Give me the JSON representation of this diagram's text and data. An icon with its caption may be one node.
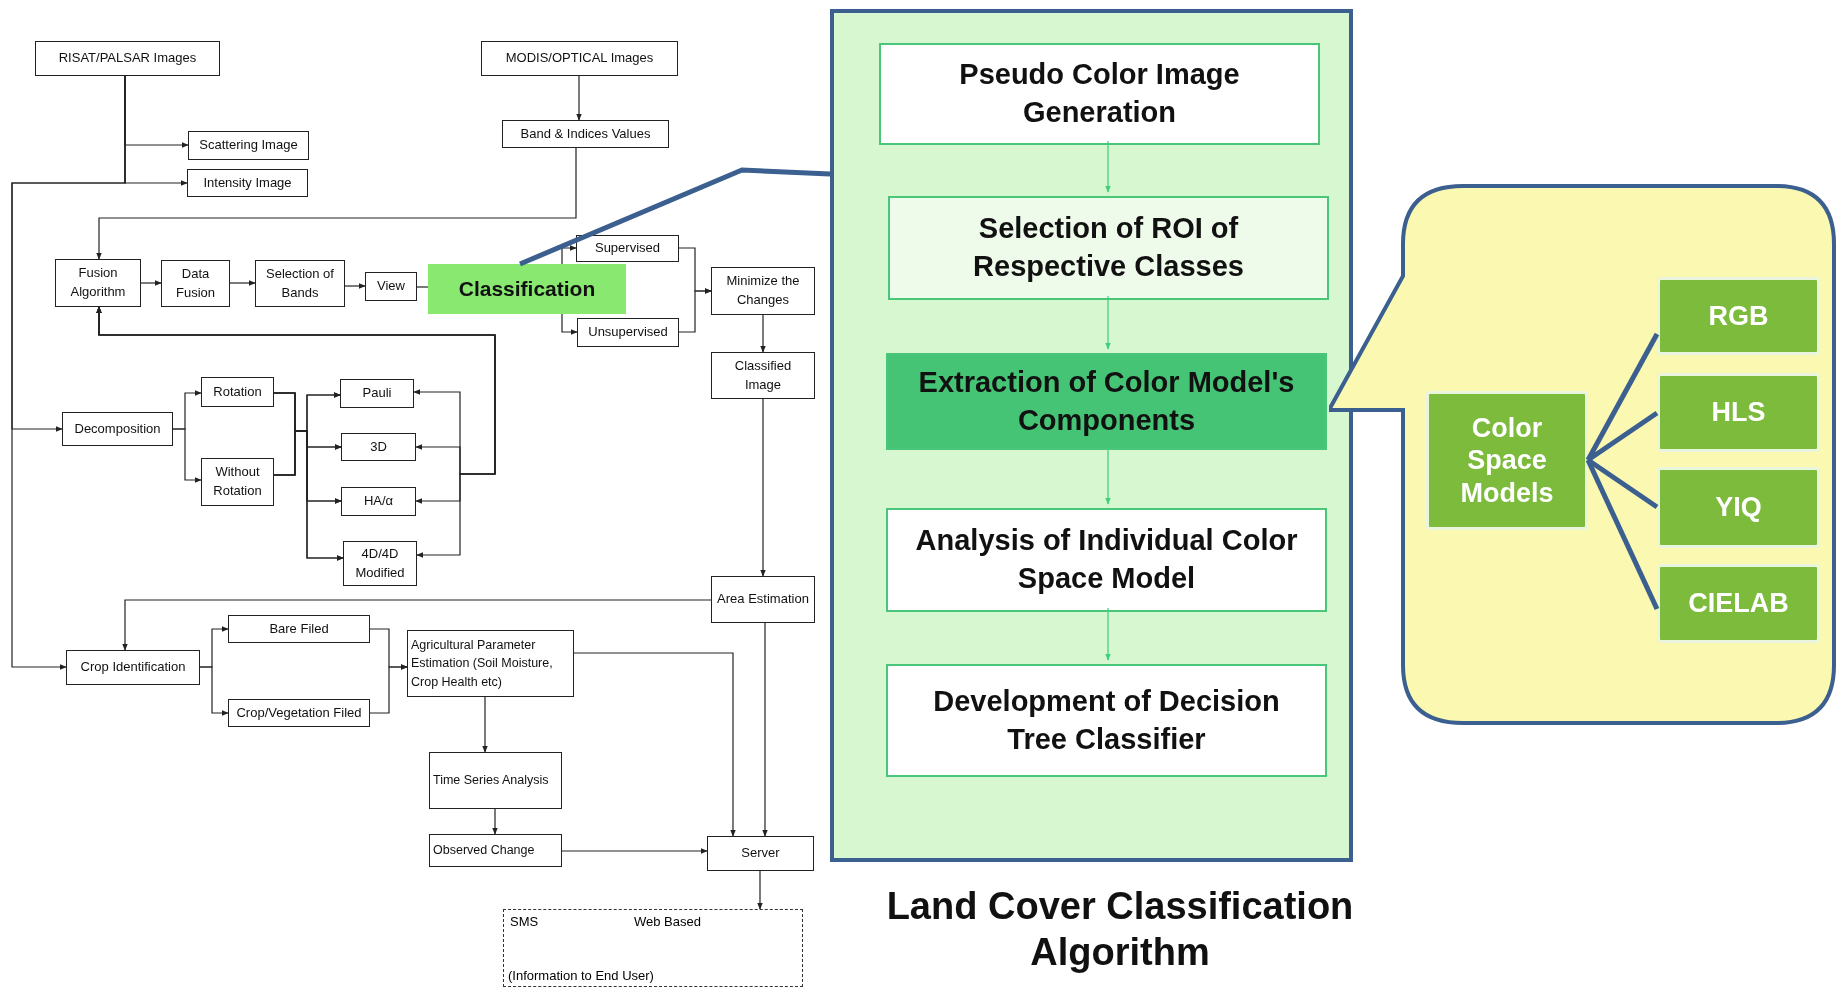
{
  "diagram": {
    "title": "Land Cover Classification Algorithm",
    "nodes": [
      {
        "text": [
          "RISAT/PALSAR Images"
        ]
      },
      {
        "text": [
          "Scattering Image"
        ]
      },
      {
        "text": [
          "Intensity Image"
        ]
      },
      {
        "text": [
          "MODIS/OPTICAL Images"
        ]
      },
      {
        "text": [
          "Band & Indices Values"
        ]
      },
      {
        "text": [
          "Fusion Algorithm"
        ]
      },
      {
        "text": [
          "Data Fusion"
        ]
      },
      {
        "text": [
          "Selection of Bands"
        ]
      },
      {
        "text": [
          "View"
        ]
      },
      {
        "text": [
          "Classification"
        ]
      },
      {
        "text": [
          "Supervised"
        ]
      },
      {
        "text": [
          "Unsupervised"
        ]
      },
      {
        "text": [
          "Minimize the Changes"
        ]
      },
      {
        "text": [
          "Classified Image"
        ]
      },
      {
        "text": [
          "Decomposition"
        ]
      },
      {
        "text": [
          "Rotation"
        ]
      },
      {
        "text": [
          "Without Rotation"
        ]
      },
      {
        "text": [
          "Pauli"
        ]
      },
      {
        "text": [
          "3D"
        ]
      },
      {
        "text": [
          "HA/α"
        ]
      },
      {
        "text": [
          "4D/4D Modified"
        ]
      },
      {
        "text": [
          "Area Estimation"
        ]
      },
      {
        "text": [
          "Crop Identification"
        ]
      },
      {
        "text": [
          "Bare Filed"
        ]
      },
      {
        "text": [
          "Crop/Vegetation Filed"
        ]
      },
      {
        "text": [
          "Agricultural Parameter Estimation (Soil Moisture, Crop Health etc)"
        ]
      },
      {
        "text": [
          "Time Series Analysis"
        ]
      },
      {
        "text": [
          "Observed Change"
        ]
      },
      {
        "text": [
          "Server"
        ]
      },
      {
        "text": [
          "SMS",
          "Web Based",
          "(Information to End User)"
        ]
      },
      {
        "text": [],
        "shape": "box"
      },
      {
        "text": [
          "Pseudo Color Image Generation"
        ],
        "in": 30
      },
      {
        "text": [
          "Selection of ROI of Respective Classes"
        ],
        "in": 30
      },
      {
        "text": [
          "Extraction of Color Model's Components"
        ],
        "in": 30
      },
      {
        "text": [
          "Analysis of Individual Color Space Model"
        ],
        "in": 30
      },
      {
        "text": [
          "Development of Decision Tree Classifier"
        ],
        "in": 30
      },
      {
        "text": [],
        "shape": "callout"
      },
      {
        "text": [
          "Color Space Models"
        ],
        "in": 36
      },
      {
        "text": [
          "RGB"
        ],
        "in": 36
      },
      {
        "text": [
          "HLS"
        ],
        "in": 36
      },
      {
        "text": [
          "YIQ"
        ],
        "in": 36
      },
      {
        "text": [
          "CIELAB"
        ],
        "in": 36
      }
    ],
    "edges": [
      {
        "from": 0,
        "to": 1,
        "arrow": "to"
      },
      {
        "from": 0,
        "to": 2,
        "arrow": "to"
      },
      {
        "from": 0,
        "to": 14,
        "arrow": "to"
      },
      {
        "from": 0,
        "to": 22,
        "arrow": "to"
      },
      {
        "from": 3,
        "to": 4,
        "arrow": "to"
      },
      {
        "from": 4,
        "to": 5,
        "arrow": "to"
      },
      {
        "from": 5,
        "to": 6,
        "arrow": "to"
      },
      {
        "from": 6,
        "to": 7,
        "arrow": "to"
      },
      {
        "from": 7,
        "to": 8,
        "arrow": "to"
      },
      {
        "from": 8,
        "to": 9,
        "arrow": "none"
      },
      {
        "from": 9,
        "to": 10,
        "arrow": "to"
      },
      {
        "from": 9,
        "to": 11,
        "arrow": "to"
      },
      {
        "from": 10,
        "to": 12,
        "arrow": "to"
      },
      {
        "from": 11,
        "to": 12,
        "arrow": "to"
      },
      {
        "from": 12,
        "to": 13,
        "arrow": "to"
      },
      {
        "from": 13,
        "to": 21,
        "arrow": "to"
      },
      {
        "from": 21,
        "to": 22,
        "arrow": "to"
      },
      {
        "from": 21,
        "to": 28,
        "arrow": "to"
      },
      {
        "from": 5,
        "to": 17,
        "arrow": "both"
      },
      {
        "from": 5,
        "to": 18,
        "arrow": "both"
      },
      {
        "from": 5,
        "to": 19,
        "arrow": "both"
      },
      {
        "from": 5,
        "to": 20,
        "arrow": "both"
      },
      {
        "from": 14,
        "to": 15,
        "arrow": "to"
      },
      {
        "from": 14,
        "to": 16,
        "arrow": "to"
      },
      {
        "from": 15,
        "to": 17,
        "arrow": "to"
      },
      {
        "from": 15,
        "to": 18,
        "arrow": "to"
      },
      {
        "from": 15,
        "to": 19,
        "arrow": "to"
      },
      {
        "from": 15,
        "to": 20,
        "arrow": "to"
      },
      {
        "from": 16,
        "to": 17,
        "arrow": "to"
      },
      {
        "from": 16,
        "to": 18,
        "arrow": "to"
      },
      {
        "from": 16,
        "to": 19,
        "arrow": "to"
      },
      {
        "from": 16,
        "to": 20,
        "arrow": "to"
      },
      {
        "from": 22,
        "to": 23,
        "arrow": "to"
      },
      {
        "from": 22,
        "to": 24,
        "arrow": "to"
      },
      {
        "from": 23,
        "to": 25,
        "arrow": "to"
      },
      {
        "from": 24,
        "to": 25,
        "arrow": "to"
      },
      {
        "from": 25,
        "to": 26,
        "arrow": "to"
      },
      {
        "from": 26,
        "to": 27,
        "arrow": "to"
      },
      {
        "from": 27,
        "to": 28,
        "arrow": "to"
      },
      {
        "from": 25,
        "to": 28,
        "arrow": "to"
      },
      {
        "from": 28,
        "to": 29,
        "arrow": "to"
      },
      {
        "from": 9,
        "to": 30,
        "arrow": "none",
        "style": "thick",
        "color": "#3b5f8f"
      },
      {
        "from": 31,
        "to": 32,
        "arrow": "to",
        "color": "#3ecf7a"
      },
      {
        "from": 32,
        "to": 33,
        "arrow": "to",
        "color": "#3ecf7a"
      },
      {
        "from": 33,
        "to": 34,
        "arrow": "to",
        "color": "#3ecf7a"
      },
      {
        "from": 34,
        "to": 35,
        "arrow": "to",
        "color": "#3ecf7a"
      },
      {
        "from": 37,
        "to": 38,
        "arrow": "none",
        "style": "thick",
        "color": "#3b5f8f"
      },
      {
        "from": 37,
        "to": 39,
        "arrow": "none",
        "style": "thick",
        "color": "#3b5f8f"
      },
      {
        "from": 37,
        "to": 40,
        "arrow": "none",
        "style": "thick",
        "color": "#3b5f8f"
      },
      {
        "from": 37,
        "to": 41,
        "arrow": "none",
        "style": "thick",
        "color": "#3b5f8f"
      }
    ]
  }
}
